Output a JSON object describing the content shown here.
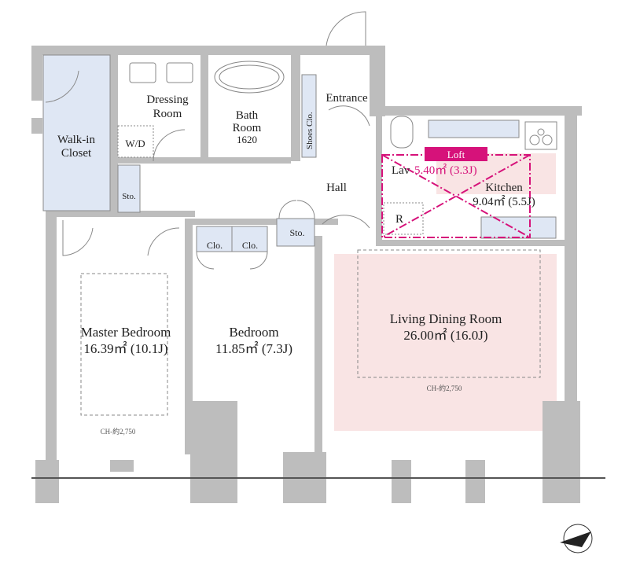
{
  "rooms": {
    "walk_in_closet": [
      "Walk-in",
      "Closet"
    ],
    "dressing_room": [
      "Dressing",
      "Room"
    ],
    "wd": "W/D",
    "bath_room": [
      "Bath",
      "Room",
      "1620"
    ],
    "shoes_clo": "Shoes Clo.",
    "entrance": "Entrance",
    "hall": "Hall",
    "sto": "Sto.",
    "clo": "Clo.",
    "lav": "Lav",
    "r": "R",
    "loft": {
      "label": "Loft",
      "area": "5.40㎡ (3.3J)"
    },
    "kitchen": {
      "name": "Kitchen",
      "area": "9.04㎡ (5.5J)"
    },
    "living": {
      "name": "Living Dining Room",
      "area": "26.00㎡ (16.0J)",
      "ceiling": "CH-約2,750"
    },
    "master_bedroom": {
      "name": "Master Bedroom",
      "area": "16.39㎡ (10.1J)",
      "ceiling": "CH-約2,750"
    },
    "bedroom": {
      "name": "Bedroom",
      "area": "11.85㎡ (7.3J)"
    }
  },
  "colors": {
    "wall": "#bdbdbd",
    "storage": "#dfe7f4",
    "living": "#f9e4e4",
    "loft": "#d6127a"
  }
}
